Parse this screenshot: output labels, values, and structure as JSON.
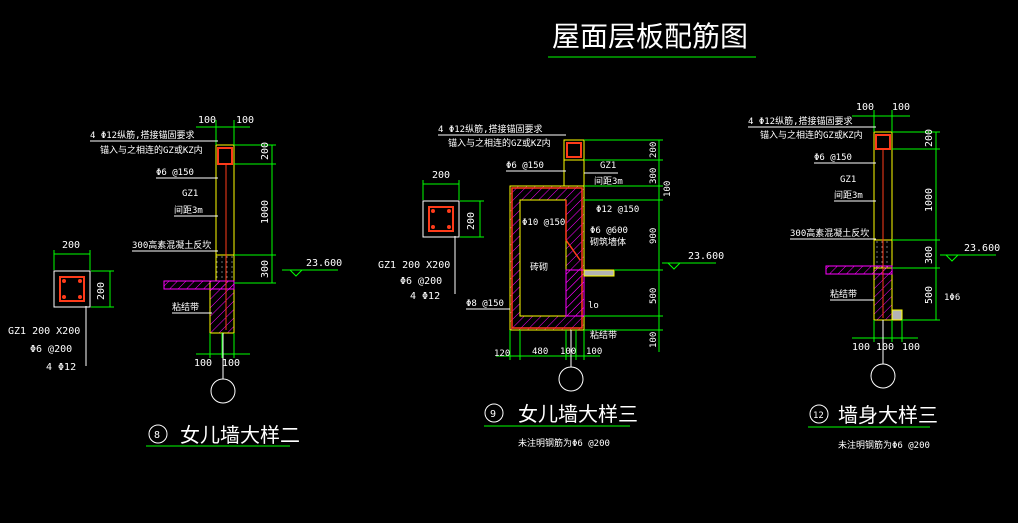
{
  "title": "屋面层板配筋图",
  "colors": {
    "background": "#000000",
    "dimension": "#00ff00",
    "wall_outline": "#ffff00",
    "rebar": "#ff3b1a",
    "hatch": "#ff00ff",
    "text": "#ffffff",
    "gray_fill": "#b4b4b4",
    "circle": "#ffffff"
  },
  "detail8": {
    "number": "8",
    "caption": "女儿墙大样二",
    "section_label": [
      "GZ1 200 X200",
      "Φ6 @200",
      "4 Φ12"
    ],
    "section_dim_w": "200",
    "section_dim_h": "200",
    "top_dims": [
      "100",
      "100"
    ],
    "bottom_dims": [
      "100",
      "100"
    ],
    "side_dims": [
      "200",
      "1000",
      "300"
    ],
    "notes": [
      "4 Φ12纵筋,搭接锚固要求",
      "锚入与之相连的GZ或KZ内",
      "Φ6 @150",
      "GZ1",
      "间距3m",
      "300高素混凝土反坎",
      "粘结带"
    ],
    "elevation": "23.600"
  },
  "detail9": {
    "number": "9",
    "caption": "女儿墙大样三",
    "note": "未注明钢筋为Φ6 @200",
    "section_label": [
      "GZ1  200 X200",
      "Φ6 @200",
      "4 Φ12"
    ],
    "section_dim_w": "200",
    "section_dim_h": "200",
    "side_dims": [
      "200",
      "300",
      "100",
      "900",
      "500",
      "100"
    ],
    "bottom_dims": [
      "120",
      "480",
      "100",
      "100"
    ],
    "notes": [
      "4 Φ12纵筋,搭接锚固要求",
      "锚入与之相连的GZ或KZ内",
      "Φ6 @150",
      "GZ1",
      "间距3m",
      "Φ12 @150",
      "Φ10 @150",
      "Φ6 @600",
      "砌筑墙体",
      "砖砌",
      "Φ8 @150",
      "粘结带",
      "lo"
    ],
    "elevation": "23.600"
  },
  "detail12": {
    "number": "12",
    "caption": "墙身大样三",
    "note": "未注明钢筋为Φ6 @200",
    "top_dims": [
      "100",
      "100"
    ],
    "bottom_dims": [
      "100",
      "100",
      "100"
    ],
    "side_dims": [
      "200",
      "1000",
      "300",
      "500"
    ],
    "notes": [
      "4 Φ12纵筋,搭接锚固要求",
      "锚入与之相连的GZ或KZ内",
      "Φ6 @150",
      "GZ1",
      "间距3m",
      "300高素混凝土反坎",
      "粘结带",
      "1Φ6"
    ],
    "elevation": "23.600"
  }
}
